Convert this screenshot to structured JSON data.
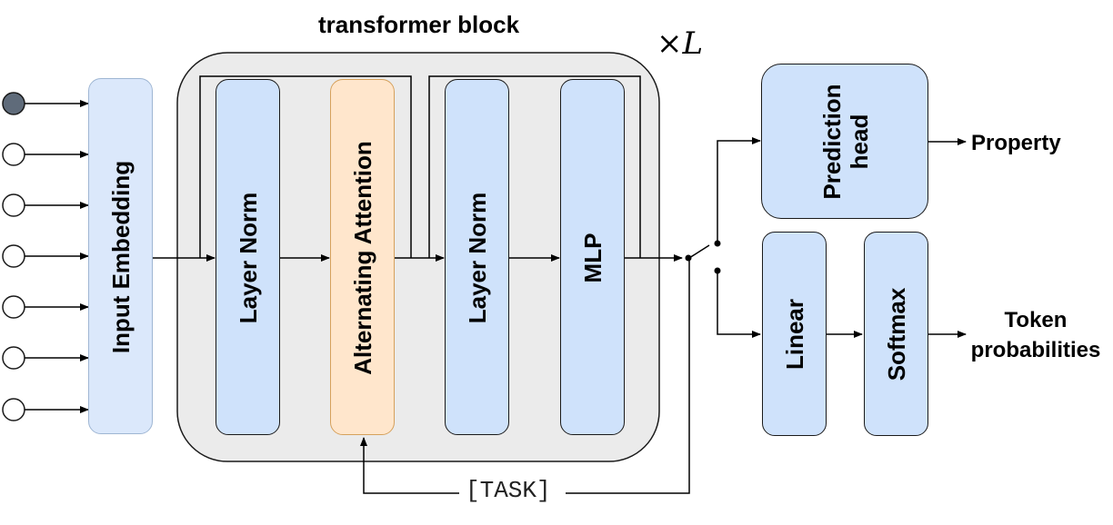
{
  "title": "transformer block",
  "repeat": "×L",
  "blocks": {
    "input_embedding": "Input Embedding",
    "layer_norm_1": "Layer Norm",
    "alternating_attention": "Alternating Attention",
    "layer_norm_2": "Layer Norm",
    "mlp": "MLP",
    "prediction_head": "Prediction\nhead",
    "linear": "Linear",
    "softmax": "Softmax"
  },
  "task_token": "[TASK]",
  "outputs": {
    "property": "Property",
    "token_probabilities": "Token\nprobabilities"
  },
  "colors": {
    "block_fill": "#cfe2fb",
    "embedding_fill": "#dbe8fb",
    "attention_fill": "#ffe6cc",
    "container_fill": "#ebebeb",
    "input_dot_filled": "#5f6b7a"
  }
}
